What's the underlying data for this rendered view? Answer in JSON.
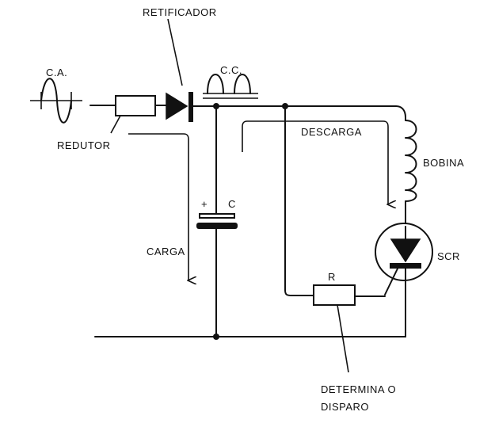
{
  "labels": {
    "retificador": "RETIFICADOR",
    "ca": "C.A.",
    "cc": "C.C.",
    "redutor": "REDUTOR",
    "descarga": "DESCARGA",
    "bobina": "BOBINA",
    "plus": "+",
    "c": "C",
    "carga": "CARGA",
    "scr": "SCR",
    "r": "R",
    "determina_line1": "DETERMINA O",
    "determina_line2": "DISPARO"
  }
}
